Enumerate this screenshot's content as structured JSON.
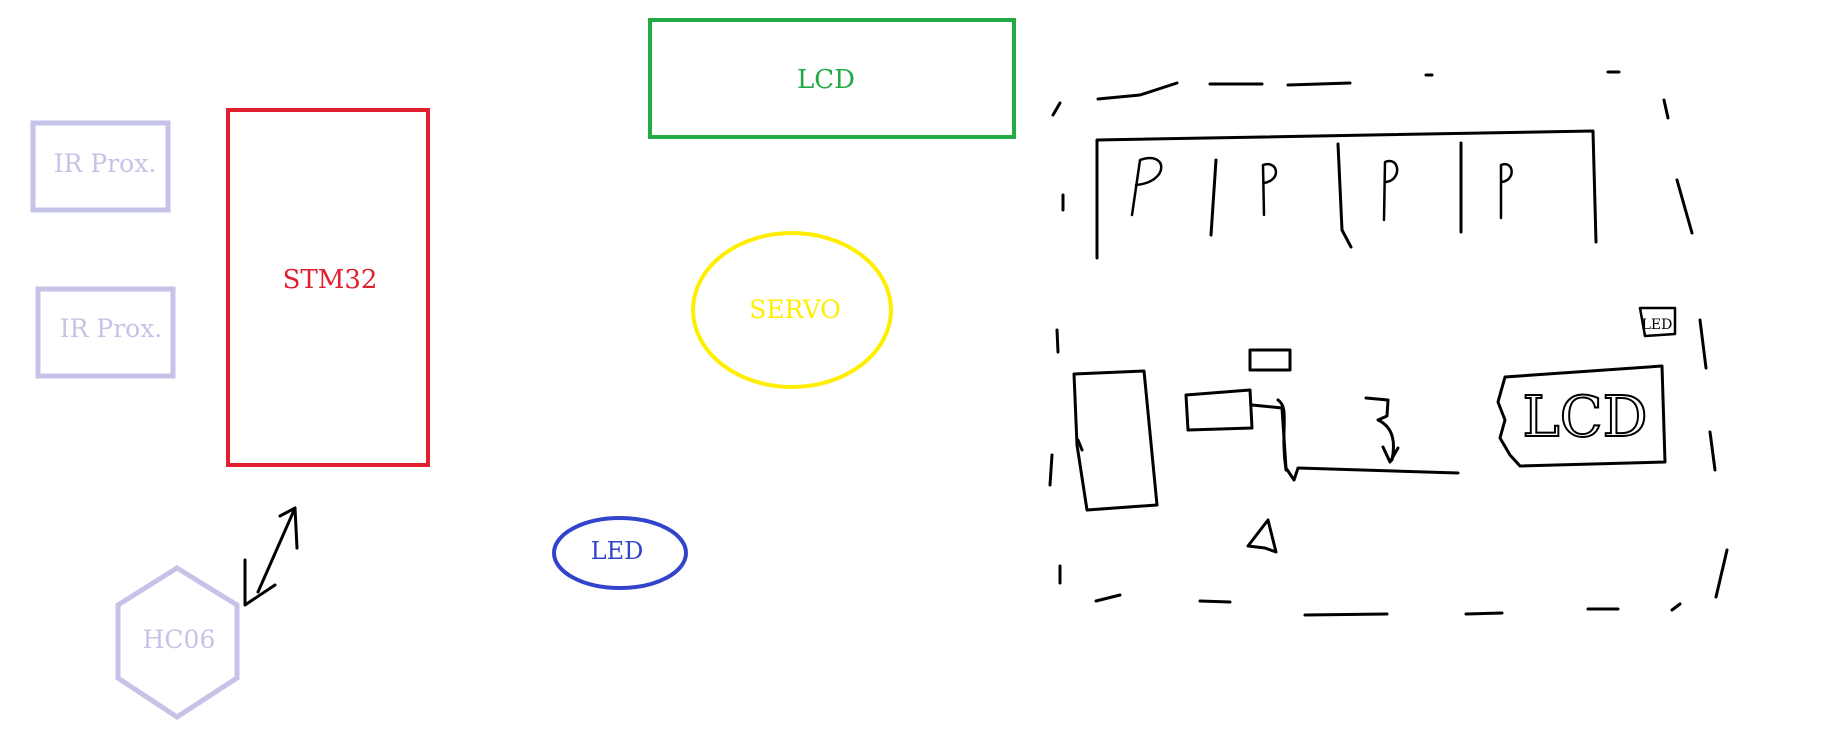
{
  "labels": {
    "lcd": "LCD",
    "stm32": "STM32",
    "ir_top": "IR Prox.",
    "ir_bottom": "IR Prox.",
    "servo": "SERVO",
    "led": "LED",
    "hc06": "HC06",
    "sketch_p1": "P",
    "sketch_p2": "P",
    "sketch_p3": "P",
    "sketch_p4": "P",
    "sketch_lcd": "LCD",
    "sketch_led": "LED"
  },
  "colors": {
    "lcd": "#22aa44",
    "stm32": "#e02030",
    "ir": "#c5c3e8",
    "servo": "#ffee00",
    "led": "#3344cc",
    "hc06": "#c5c3e8",
    "sketch": "#000000"
  }
}
